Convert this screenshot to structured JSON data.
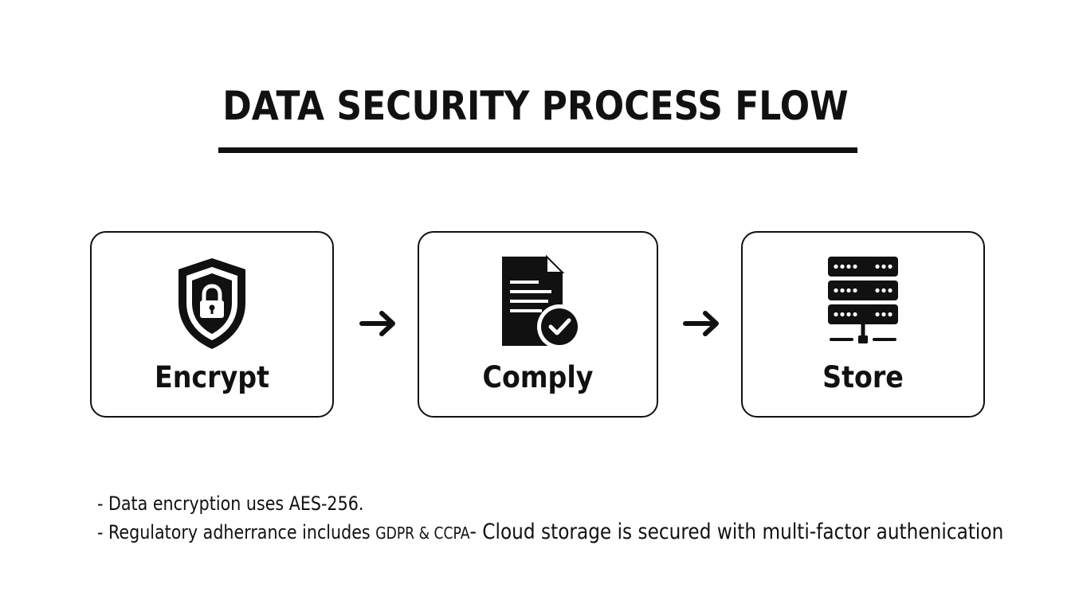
{
  "title": "DATA SECURITY PROCESS FLOW",
  "steps": [
    {
      "label": "Encrypt",
      "icon": "shield-lock-icon"
    },
    {
      "label": "Comply",
      "icon": "document-check-icon"
    },
    {
      "label": "Store",
      "icon": "server-icon"
    }
  ],
  "arrows": [
    "arrow-right-icon",
    "arrow-right-icon"
  ],
  "notes": {
    "line1": "- Data encryption uses AES-256.",
    "line2_part1": "- Regulatory adherrance includes ",
    "line2_part2": "GDPR & CCPA",
    "line2_part3": "- Cloud storage is secured with multi-factor authenication"
  },
  "colors": {
    "ink": "#111111",
    "background": "#ffffff"
  }
}
